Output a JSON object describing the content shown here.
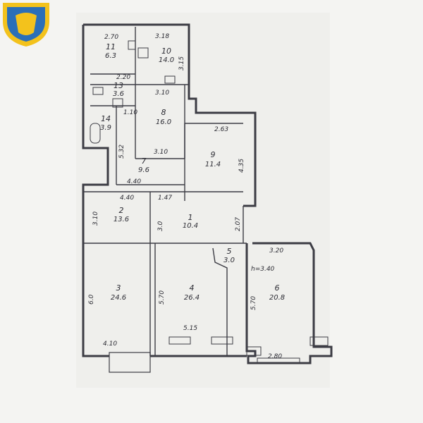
{
  "colors": {
    "paper": "#f4f4f2",
    "ink": "#3c3c44",
    "logo_yellow": "#f3c21c",
    "logo_blue": "#2b6fb8"
  },
  "logo": {
    "icon": "shield-logo-icon"
  },
  "rooms": [
    {
      "id": "1",
      "number": "1",
      "area": "10.4"
    },
    {
      "id": "2",
      "number": "2",
      "area": "13.6"
    },
    {
      "id": "3",
      "number": "3",
      "area": "24.6"
    },
    {
      "id": "4",
      "number": "4",
      "area": "26.4"
    },
    {
      "id": "5",
      "number": "5",
      "area": "3.0"
    },
    {
      "id": "6",
      "number": "6",
      "area": "20.8"
    },
    {
      "id": "7",
      "number": "7",
      "area": "9.6"
    },
    {
      "id": "8",
      "number": "8",
      "area": "16.0"
    },
    {
      "id": "9",
      "number": "9",
      "area": "11.4"
    },
    {
      "id": "10",
      "number": "10",
      "area": "14.0"
    },
    {
      "id": "11",
      "number": "11",
      "area": "6.3"
    },
    {
      "id": "13",
      "number": "13",
      "area": "3.6"
    },
    {
      "id": "14",
      "number": "14",
      "area": "3.9"
    }
  ],
  "dimensions": [
    "2.70",
    "3.18",
    "3.15",
    "2.20",
    "3.10",
    "1.10",
    "5.32",
    "3.10",
    "4.40",
    "4.35",
    "2.63",
    "4.40",
    "1.47",
    "3.10",
    "3.0",
    "2.07",
    "3.20",
    "h=3.40",
    "6.0",
    "5.70",
    "5.70",
    "4.10",
    "5.15",
    "2.80"
  ]
}
